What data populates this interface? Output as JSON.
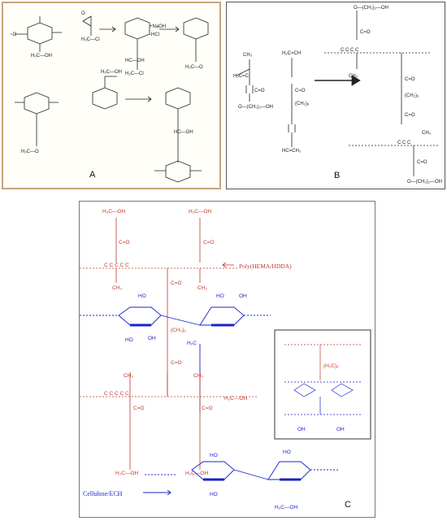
{
  "panels": {
    "a": {
      "label": "A",
      "reagent_top": "+NaOH",
      "reagent_bottom": "-HCl"
    },
    "b": {
      "label": "B"
    },
    "c": {
      "label": "C",
      "annotation_polymer": "Poly(HEMA/HDDA)",
      "annotation_cellulose": "Cellulose/ECH"
    }
  },
  "colors": {
    "polymer": "#c0392b",
    "cellulose": "#1a23c9",
    "frame_a": "#c9a37a",
    "ink": "#222222"
  }
}
